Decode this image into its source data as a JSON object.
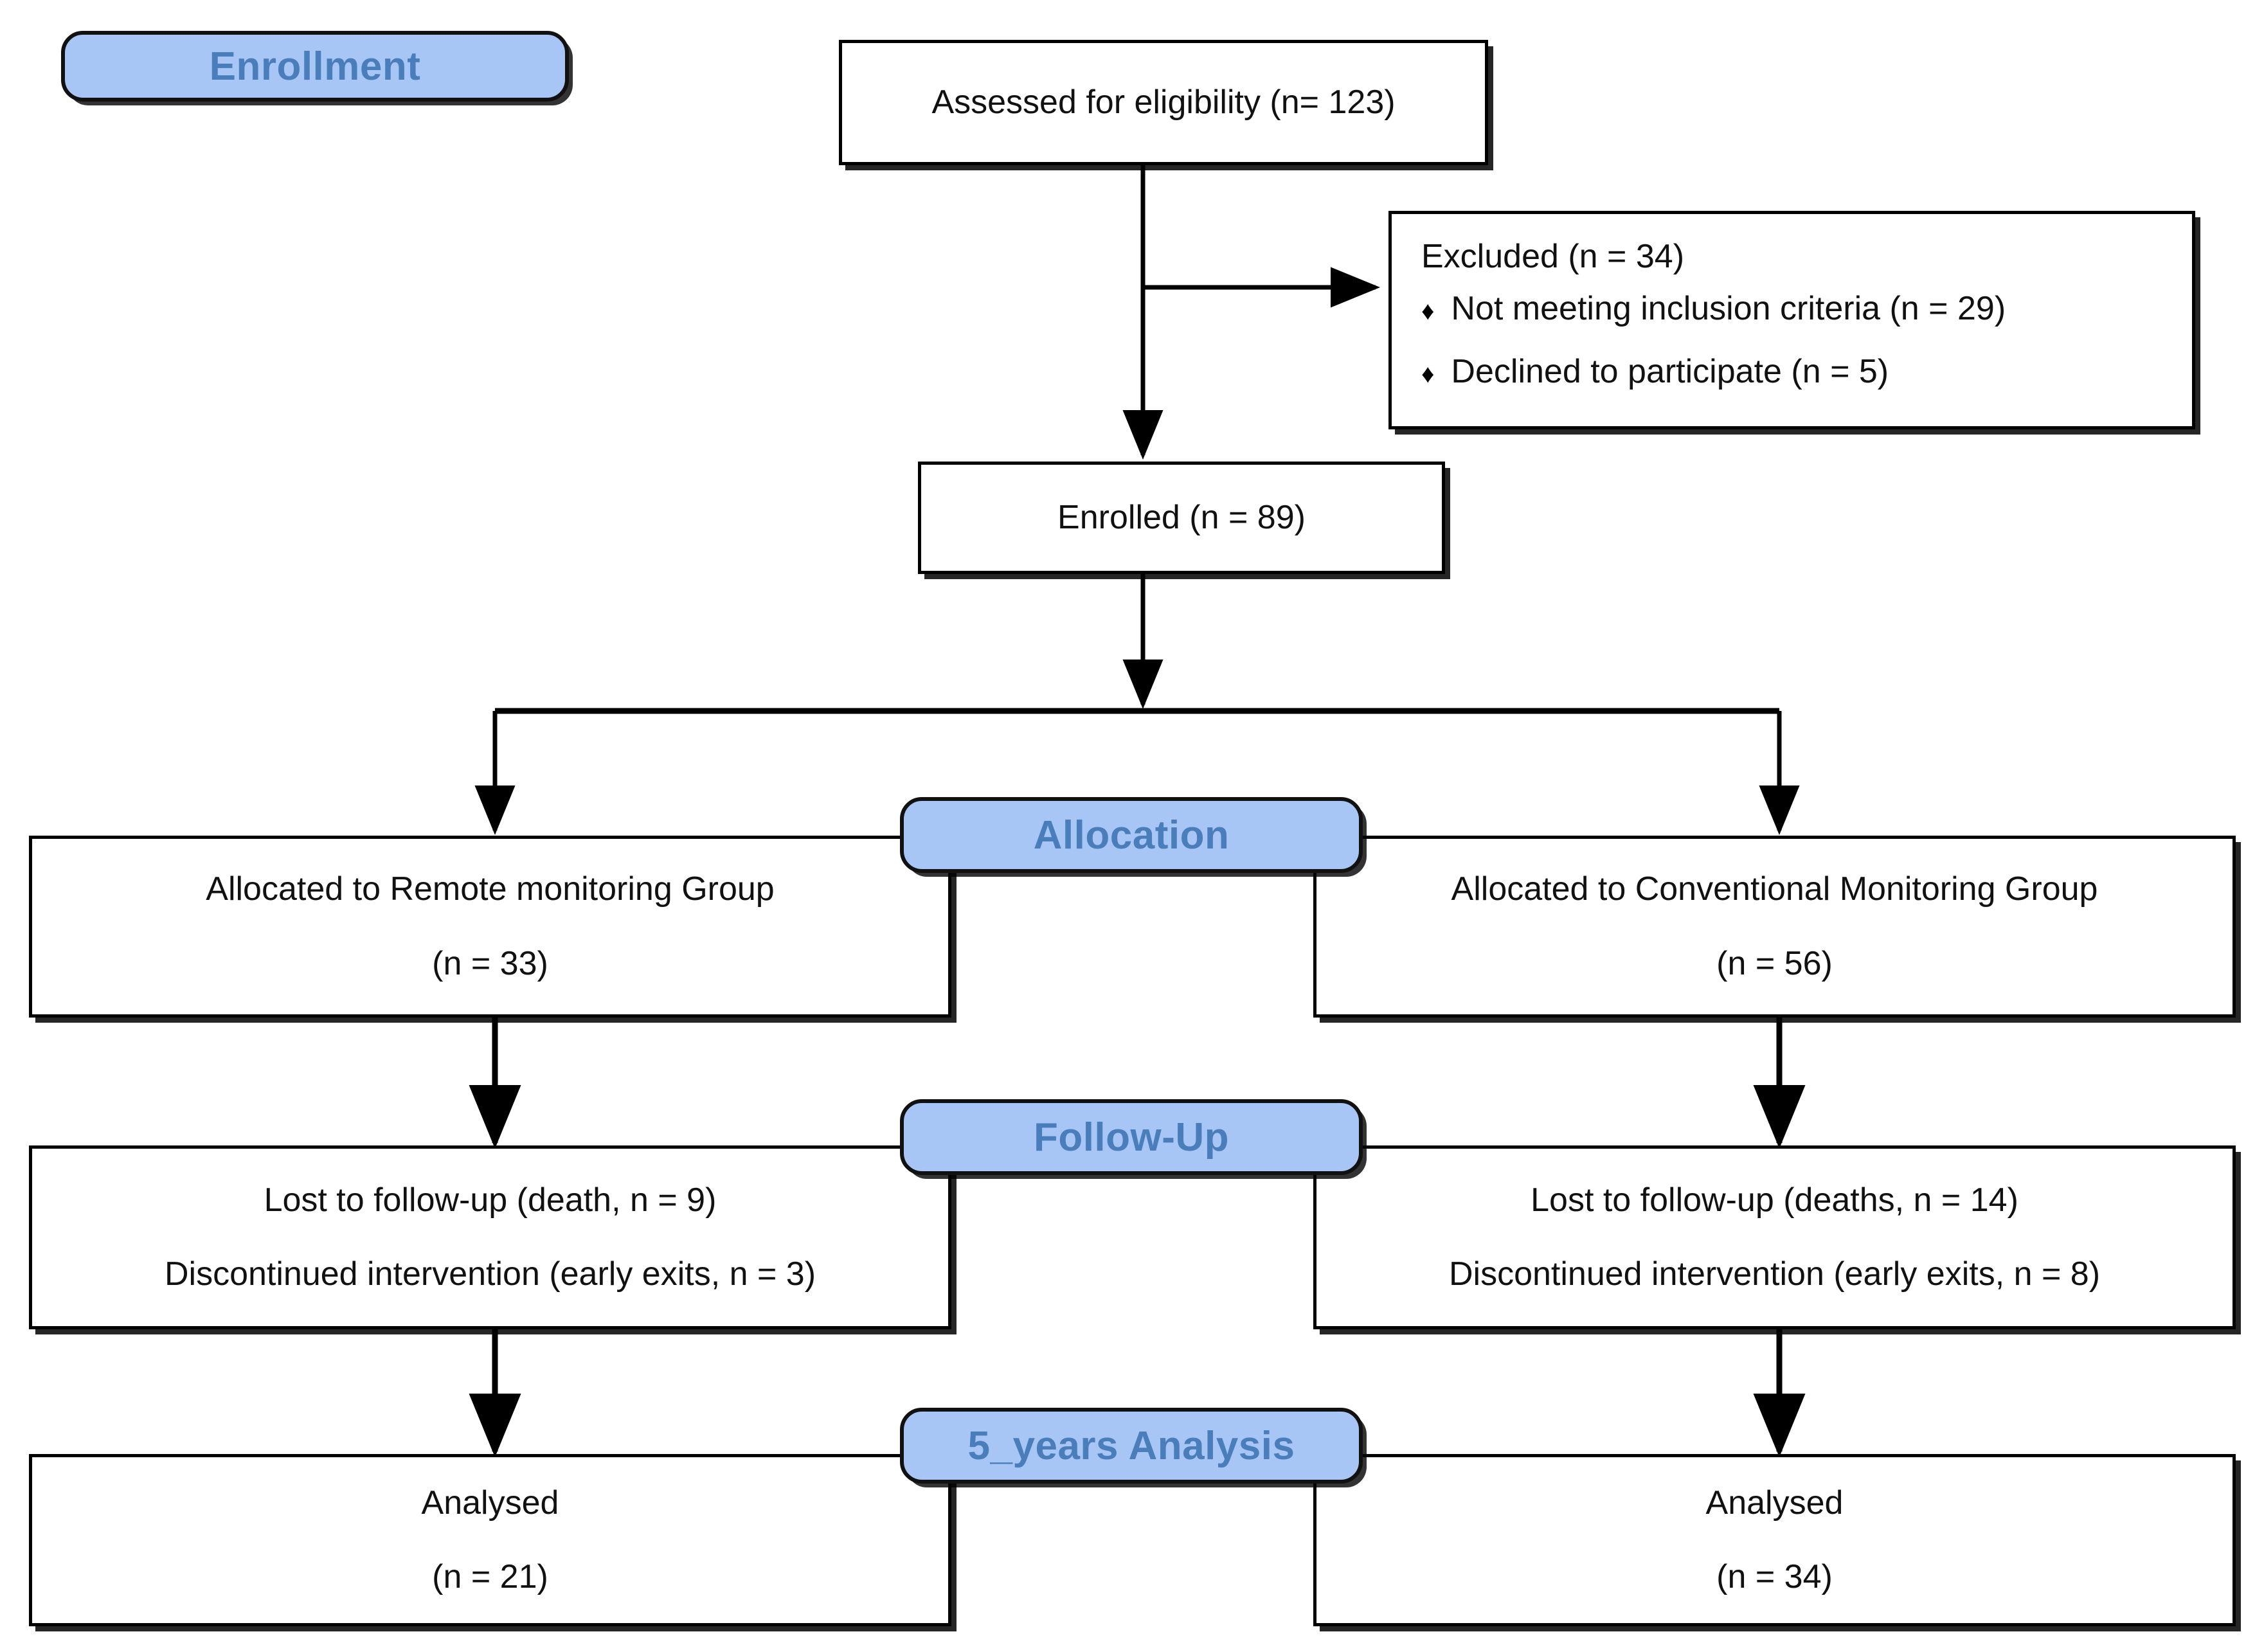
{
  "diagram": {
    "type": "consort-flow-diagram",
    "title": "CONSORT participant flow",
    "accent_fill": "#A8C6F5",
    "accent_text": "#4A7EBB",
    "box_border": "#000000",
    "box_fill": "#FFFFFF"
  },
  "stages": [
    {
      "id": "enrollment",
      "label": "Enrollment"
    },
    {
      "id": "allocation",
      "label": "Allocation"
    },
    {
      "id": "followup",
      "label": "Follow-Up"
    },
    {
      "id": "analysis",
      "label": "5_years Analysis"
    }
  ],
  "boxes": {
    "assessed": {
      "lines": [
        "Assessed for eligibility (n= 123)"
      ]
    },
    "excluded": {
      "heading": "Excluded (n = 34)",
      "bullet_glyph": "♦",
      "bullets": [
        "Not meeting inclusion criteria (n = 29)",
        "Declined to participate (n = 5)"
      ]
    },
    "enrolled": {
      "lines": [
        "Enrolled (n = 89)"
      ]
    },
    "alloc_left": {
      "lines": [
        "Allocated to Remote monitoring Group",
        "(n = 33)"
      ]
    },
    "alloc_right": {
      "lines": [
        "Allocated to Conventional Monitoring Group",
        "(n = 56)"
      ]
    },
    "follow_left": {
      "lines": [
        "Lost to follow-up (death, n = 9)",
        "Discontinued intervention (early exits, n = 3)"
      ]
    },
    "follow_right": {
      "lines": [
        "Lost to follow-up (deaths, n = 14)",
        "Discontinued intervention (early exits, n = 8)"
      ]
    },
    "analysed_left": {
      "lines": [
        "Analysed",
        "(n = 21)"
      ]
    },
    "analysed_right": {
      "lines": [
        "Analysed",
        "(n = 34)"
      ]
    }
  },
  "chart_data": {
    "type": "flowchart",
    "title": "CONSORT flow diagram",
    "nodes": [
      {
        "id": "assessed",
        "stage": "Enrollment",
        "text": "Assessed for eligibility (n= 123)",
        "n": 123
      },
      {
        "id": "excluded",
        "stage": "Enrollment",
        "text": "Excluded (n = 34)",
        "n": 34
      },
      {
        "id": "excluded_criteria",
        "stage": "Enrollment",
        "text": "Not meeting inclusion criteria (n = 29)",
        "n": 29
      },
      {
        "id": "excluded_declined",
        "stage": "Enrollment",
        "text": "Declined to participate (n = 5)",
        "n": 5
      },
      {
        "id": "enrolled",
        "stage": "Enrollment",
        "text": "Enrolled (n = 89)",
        "n": 89
      },
      {
        "id": "alloc_left",
        "stage": "Allocation",
        "text": "Allocated to Remote monitoring Group (n = 33)",
        "n": 33
      },
      {
        "id": "alloc_right",
        "stage": "Allocation",
        "text": "Allocated to Conventional Monitoring Group (n = 56)",
        "n": 56
      },
      {
        "id": "follow_left_death",
        "stage": "Follow-Up",
        "text": "Lost to follow-up (death, n = 9)",
        "n": 9
      },
      {
        "id": "follow_left_disc",
        "stage": "Follow-Up",
        "text": "Discontinued intervention (early exits, n = 3)",
        "n": 3
      },
      {
        "id": "follow_right_death",
        "stage": "Follow-Up",
        "text": "Lost to follow-up (deaths, n = 14)",
        "n": 14
      },
      {
        "id": "follow_right_disc",
        "stage": "Follow-Up",
        "text": "Discontinued intervention (early exits, n = 8)",
        "n": 8
      },
      {
        "id": "analysed_left",
        "stage": "5_years Analysis",
        "text": "Analysed (n = 21)",
        "n": 21
      },
      {
        "id": "analysed_right",
        "stage": "5_years Analysis",
        "text": "Analysed (n = 34)",
        "n": 34
      }
    ],
    "edges": [
      {
        "from": "assessed",
        "to": "excluded"
      },
      {
        "from": "assessed",
        "to": "enrolled"
      },
      {
        "from": "enrolled",
        "to": "alloc_left"
      },
      {
        "from": "enrolled",
        "to": "alloc_right"
      },
      {
        "from": "alloc_left",
        "to": "follow_left_death"
      },
      {
        "from": "alloc_right",
        "to": "follow_right_death"
      },
      {
        "from": "follow_left_death",
        "to": "analysed_left"
      },
      {
        "from": "follow_right_death",
        "to": "analysed_right"
      }
    ]
  }
}
